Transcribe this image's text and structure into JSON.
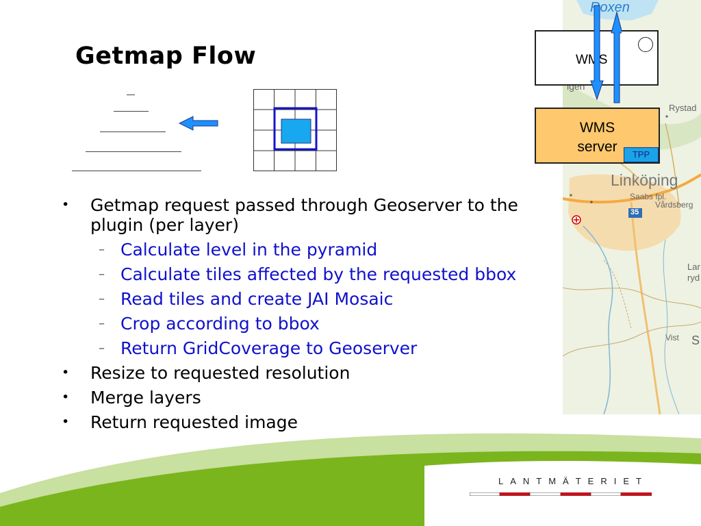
{
  "slide": {
    "title": "Getmap Flow"
  },
  "diagram": {
    "wms_client_label": "WMS",
    "wms_server_label_line1": "WMS",
    "wms_server_label_line2": "server",
    "tpp_label": "TPP"
  },
  "map": {
    "labels": {
      "roxen": "Roxen",
      "rystad": "Rystad",
      "linkoping": "Linköping",
      "saabs": "Saabs fpl.",
      "vardsberg": "Vårdsberg",
      "road": "35",
      "lar": "Lar",
      "ryd": "ryd",
      "vist": "Vist",
      "s": "S",
      "igen": "igen"
    }
  },
  "bullets": [
    {
      "level": 1,
      "text": "Getmap request passed through Geoserver to the plugin (per layer)"
    },
    {
      "level": 2,
      "text": "Calculate level in the pyramid"
    },
    {
      "level": 2,
      "text": "Calculate tiles affected by the requested bbox"
    },
    {
      "level": 2,
      "text": "Read tiles and create JAI Mosaic"
    },
    {
      "level": 2,
      "text": "Crop according to bbox"
    },
    {
      "level": 2,
      "text": "Return GridCoverage to Geoserver"
    },
    {
      "level": 1,
      "text": "Resize to requested resolution"
    },
    {
      "level": 1,
      "text": "Merge layers"
    },
    {
      "level": 1,
      "text": "Return requested image"
    }
  ],
  "marks": {
    "bullet": "•",
    "dash": "–"
  },
  "footer": {
    "brand": "LANTMÄTERIET"
  },
  "colors": {
    "accent_blue": "#1010cc",
    "server_fill": "#fdc86e",
    "tpp_fill": "#1aa3e8",
    "footer_green": "#7ab51d",
    "footer_light_green": "#c8e0a0",
    "arrow_blue": "#1e90ff"
  }
}
